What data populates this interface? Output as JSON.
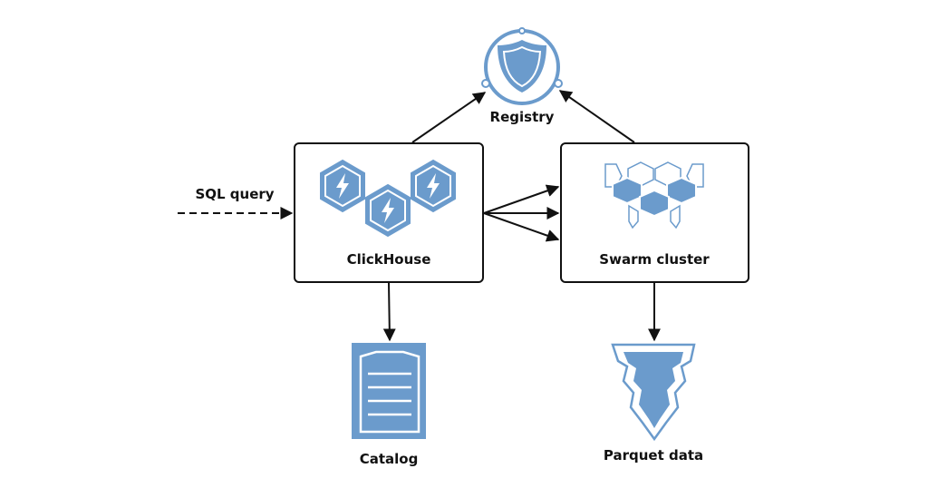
{
  "nodes": {
    "registry": {
      "label": "Registry"
    },
    "clickhouse": {
      "label": "ClickHouse"
    },
    "swarm": {
      "label": "Swarm cluster"
    },
    "catalog": {
      "label": "Catalog"
    },
    "parquet": {
      "label": "Parquet data"
    }
  },
  "edges": {
    "input": {
      "label": "SQL query"
    }
  },
  "colors": {
    "accent": "#6b9bcc",
    "ink": "#111111",
    "background": "#ffffff"
  },
  "icons": {
    "registry": "shield-icon",
    "clickhouse": "lightning-hexagons-icon",
    "swarm": "hexagon-cluster-icon",
    "catalog": "document-icon",
    "parquet": "data-bucket-icon"
  }
}
